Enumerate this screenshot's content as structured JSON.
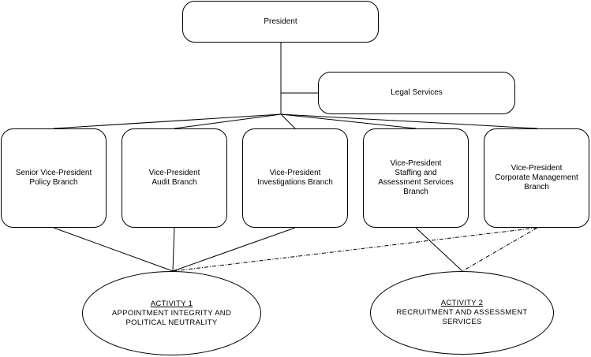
{
  "president": "President",
  "legal_services": "Legal Services",
  "branches": [
    "Senior Vice-President\nPolicy Branch",
    "Vice-President\nAudit Branch",
    "Vice-President\nInvestigations Branch",
    "Vice-President\nStaffing and\nAssessment Services\nBranch",
    "Vice-President\nCorporate Management\nBranch"
  ],
  "activities": [
    {
      "title": "ACTIVITY 1",
      "description": "APPOINTMENT INTEGRITY AND\nPOLITICAL NEUTRALITY"
    },
    {
      "title": "ACTIVITY 2",
      "description": "RECRUITMENT AND ASSESSMENT\nSERVICES"
    }
  ]
}
